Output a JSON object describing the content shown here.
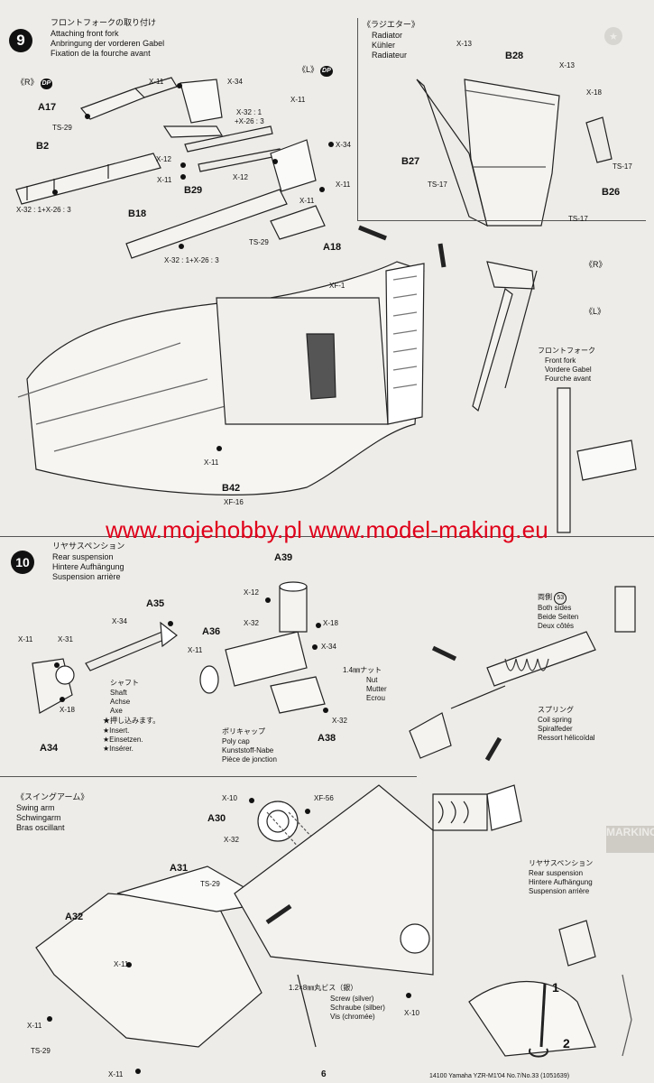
{
  "step9": {
    "number": "9",
    "title_jp": "フロントフォークの取り付け",
    "title_en": "Attaching front fork",
    "title_de": "Anbringung der vorderen Gabel",
    "title_fr": "Fixation de la fourche avant",
    "left_side": "《R》",
    "right_side": "《L》",
    "dp": "DP",
    "parts": {
      "a17": "A17",
      "b2": "B2",
      "b29": "B29",
      "b18": "B18",
      "a18": "A18",
      "b42": "B42",
      "ts29a": "TS-29",
      "ts29b": "TS-29",
      "x11a": "X-11",
      "x34a": "X-34",
      "x12a": "X-12",
      "x11b": "X-11",
      "x32a": "X-32 : 1",
      "x26a": "+X-26 : 3",
      "x11c": "X-11",
      "x34b": "X-34",
      "x12b": "X-12",
      "x11d": "X-11",
      "x11e": "X-11",
      "b2_screw": "X-32 : 1+X-26 : 3",
      "b18_screw": "X-32 : 1+X-26 : 3",
      "xf1": "XF-1",
      "x11f": "X-11",
      "xf16": "XF-16"
    },
    "radiator": {
      "title_jp": "《ラジエター》",
      "title_en": "Radiator",
      "title_de": "Kühler",
      "title_fr": "Radiateur",
      "b28": "B28",
      "b27": "B27",
      "b26": "B26",
      "x13a": "X-13",
      "x13b": "X-13",
      "x18": "X-18",
      "ts17a": "TS-17",
      "ts17b": "TS-17",
      "ts17c": "TS-17"
    },
    "fork_labels": {
      "r": "《R》",
      "l": "《L》",
      "jp": "フロントフォーク",
      "en": "Front fork",
      "de": "Vordere Gabel",
      "fr": "Fourche avant"
    },
    "page_icon": "★"
  },
  "watermark": "www.mojehobby.pl www.model-making.eu",
  "step10": {
    "number": "10",
    "title_jp": "リヤサスペンション",
    "title_en": "Rear suspension",
    "title_de": "Hintere Aufhängung",
    "title_fr": "Suspension arrière",
    "parts": {
      "a35": "A35",
      "a34": "A34",
      "a36": "A36",
      "a39": "A39",
      "a38": "A38",
      "x34a": "X-34",
      "x11a": "X-11",
      "x31": "X-31",
      "x18a": "X-18",
      "x12": "X-12",
      "x32a": "X-32",
      "x18b": "X-18",
      "x11b": "X-11",
      "x34b": "X-34",
      "x32b": "X-32"
    },
    "shaft": {
      "jp": "シャフト",
      "en": "Shaft",
      "de": "Achse",
      "fr": "Axe",
      "i_jp": "★押し込みます。",
      "i_en": "★Insert.",
      "i_de": "★Einsetzen.",
      "i_fr": "★Insérer."
    },
    "polycap": {
      "jp": "ポリキャップ",
      "en": "Poly cap",
      "de": "Kunststoff-Nabe",
      "fr": "Pièce de jonction"
    },
    "nut": {
      "jp": "1.4㎜ナット",
      "en": "Nut",
      "de": "Mutter",
      "fr": "Ecrou"
    },
    "bothsides": {
      "jp": "両側",
      "en": "Both sides",
      "de": "Beide Seiten",
      "fr": "Deux côtés",
      "badge": "53"
    },
    "spring": {
      "jp": "スプリング",
      "en": "Coil spring",
      "de": "Spiralfeder",
      "fr": "Ressort hélicoïdal"
    },
    "swingarm": {
      "title_jp": "《スイングアーム》",
      "title_en": "Swing arm",
      "title_de": "Schwingarm",
      "title_fr": "Bras oscillant",
      "a30": "A30",
      "a31": "A31",
      "a32": "A32",
      "x10a": "X-10",
      "xf56": "XF-56",
      "x32": "X-32",
      "ts29a": "TS-29",
      "x11a": "X-11",
      "x11b": "X-11",
      "ts29b": "TS-29",
      "x11c": "X-11",
      "x10b": "X-10"
    },
    "screw": {
      "jp": "1.2×8㎜丸ビス（銀）",
      "en": "Screw (silver)",
      "de": "Schraube (silber)",
      "fr": "Vis (chromée)"
    },
    "rear_susp": {
      "jp": "リヤサスペンション",
      "en": "Rear suspension",
      "de": "Hintere Aufhängung",
      "fr": "Suspension arrière",
      "n1": "1",
      "n2": "2"
    },
    "marking": "MARKING GUIDE"
  },
  "footer": {
    "page": "6",
    "code": "14100  Yamaha YZR-M1'04 No.7/No.33 (1051639)"
  }
}
